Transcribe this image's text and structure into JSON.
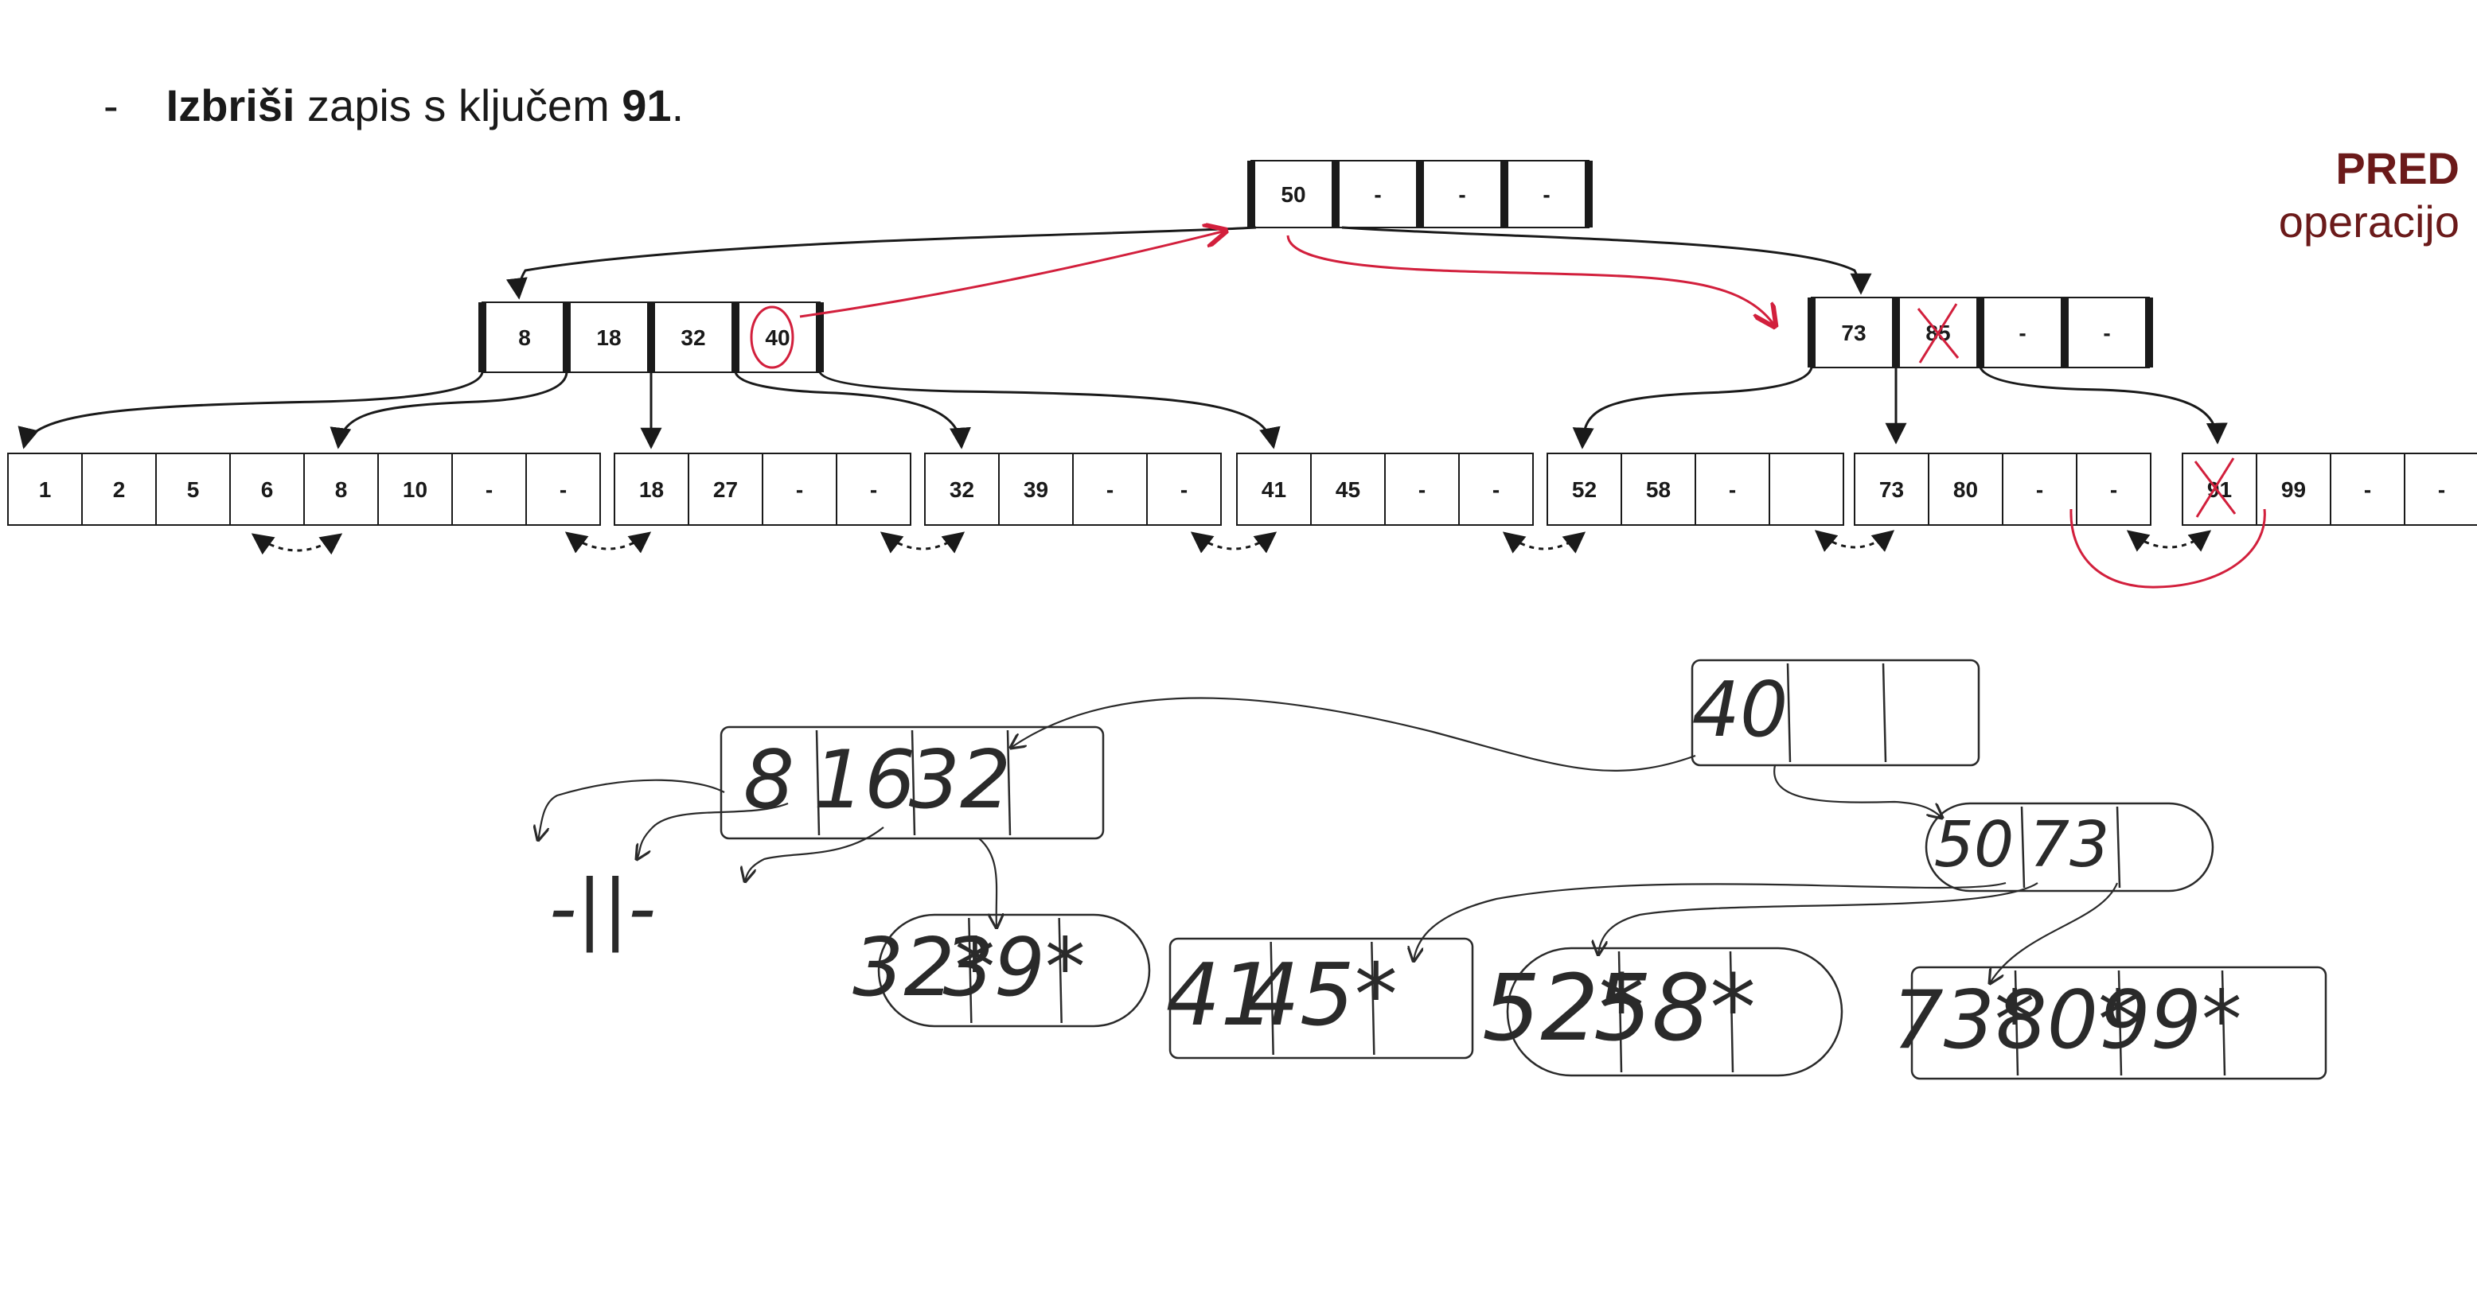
{
  "instruction": {
    "bullet": "-",
    "verb": "Izbriši",
    "middle": " zapis s ključem ",
    "key": "91",
    "end": "."
  },
  "corner_label": {
    "line1": "PRED",
    "line2": "operacijo"
  },
  "colors": {
    "ink": "#1a1a1a",
    "annotation_red": "#d21f3c",
    "corner_text": "#6b1a1a",
    "handwriting": "#2a2a2a"
  },
  "printed_tree": {
    "root": [
      "50",
      "-",
      "-",
      "-"
    ],
    "internal_left": [
      "8",
      "18",
      "32",
      "40"
    ],
    "internal_right": [
      "73",
      "85",
      "-",
      "-"
    ],
    "leaves": [
      [
        "1",
        "2",
        "5",
        "6"
      ],
      [
        "8",
        "10",
        "-",
        "-"
      ],
      [
        "18",
        "27",
        "-",
        "-"
      ],
      [
        "32",
        "39",
        "-",
        "-"
      ],
      [
        "41",
        "45",
        "-",
        "-"
      ],
      [
        "52",
        "58",
        "-",
        ""
      ],
      [
        "73",
        "80",
        "-",
        "-"
      ],
      [
        "91",
        "99",
        "-",
        "-"
      ]
    ]
  },
  "handwritten_tree": {
    "root": [
      "40",
      "",
      ""
    ],
    "left_node": [
      "8",
      "16",
      "32",
      ""
    ],
    "right_node": [
      "50",
      "73",
      ""
    ],
    "leaves": [
      [
        "32*",
        "39*",
        ""
      ],
      [
        "41",
        "45*",
        ""
      ],
      [
        "52*",
        "58*",
        ""
      ],
      [
        "73*",
        "80*",
        "99*",
        ""
      ]
    ],
    "elision": "-||-"
  }
}
